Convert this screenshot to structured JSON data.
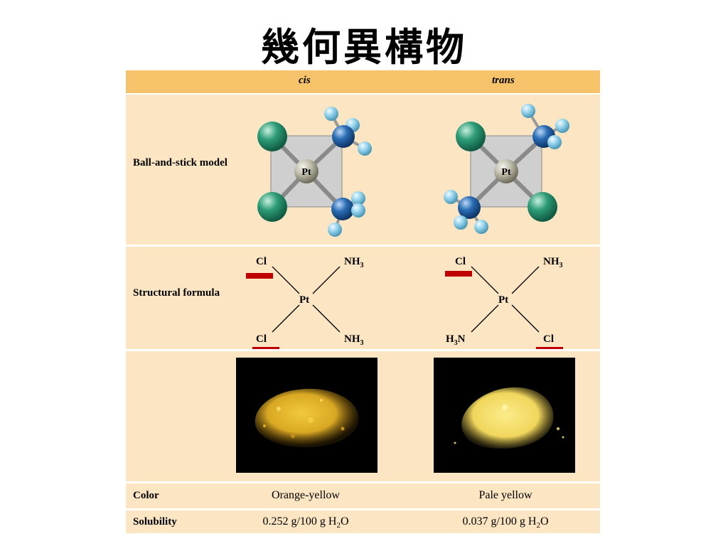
{
  "title": "幾何異構物",
  "columns": {
    "cis": "cis",
    "trans": "trans"
  },
  "rows": {
    "model": "Ball-and-stick model",
    "formula": "Structural formula",
    "color": "Color",
    "solubility": "Solubility"
  },
  "model_center": "Pt",
  "cis": {
    "formula": {
      "top_left": "Cl",
      "top_right": "NH",
      "bottom_left": "Cl",
      "bottom_right": "NH",
      "center": "Pt"
    },
    "color": "Orange-yellow",
    "solubility": "0.252 g/100 g H",
    "solubility_tail": "O"
  },
  "trans": {
    "formula": {
      "top_left": "Cl",
      "top_right": "NH",
      "bottom_left": "H",
      "bottom_left_tail": "N",
      "bottom_right": "Cl",
      "center": "Pt"
    },
    "color": "Pale yellow",
    "solubility": "0.037 g/100 g H",
    "solubility_tail": "O"
  },
  "subscripts": {
    "ammonia": "3",
    "water": "2"
  },
  "colors": {
    "header_band": "#f6c36a",
    "row_band": "#fbe5c2",
    "chlorine": "#2e9d78",
    "nitrogen": "#2a6db5",
    "hydrogen": "#8fd0ea",
    "platinum": "#bdbaa8",
    "underline": "#c00000",
    "cis_powder": "#e1b52c",
    "trans_powder": "#f2dc68"
  }
}
